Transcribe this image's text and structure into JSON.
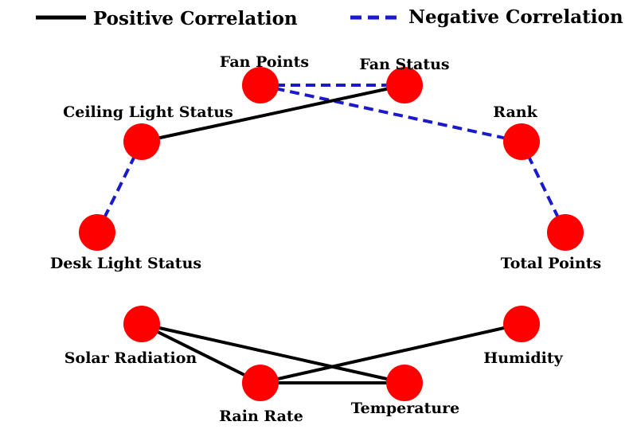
{
  "legend": {
    "positive_label": "Positive Correlation",
    "negative_label": "Negative Correlation"
  },
  "colors": {
    "node_fill": "#ff0000",
    "positive_edge": "#000000",
    "negative_edge": "#1a1acc",
    "label_text": "#000000"
  },
  "nodes": {
    "fan_points": {
      "label": "Fan Points"
    },
    "fan_status": {
      "label": "Fan Status"
    },
    "ceiling_light_status": {
      "label": "Ceiling Light Status"
    },
    "rank": {
      "label": "Rank"
    },
    "desk_light_status": {
      "label": "Desk Light Status"
    },
    "total_points": {
      "label": "Total Points"
    },
    "solar_radiation": {
      "label": "Solar Radiation"
    },
    "humidity": {
      "label": "Humidity"
    },
    "rain_rate": {
      "label": "Rain Rate"
    },
    "temperature": {
      "label": "Temperature"
    }
  },
  "edges": [
    {
      "from": "fan_points",
      "to": "fan_status",
      "correlation": "negative"
    },
    {
      "from": "fan_points",
      "to": "rank",
      "correlation": "negative"
    },
    {
      "from": "ceiling_light_status",
      "to": "fan_status",
      "correlation": "positive"
    },
    {
      "from": "ceiling_light_status",
      "to": "desk_light_status",
      "correlation": "negative"
    },
    {
      "from": "rank",
      "to": "total_points",
      "correlation": "negative"
    },
    {
      "from": "solar_radiation",
      "to": "rain_rate",
      "correlation": "positive"
    },
    {
      "from": "solar_radiation",
      "to": "temperature",
      "correlation": "positive"
    },
    {
      "from": "rain_rate",
      "to": "temperature",
      "correlation": "positive"
    },
    {
      "from": "rain_rate",
      "to": "humidity",
      "correlation": "positive"
    }
  ]
}
